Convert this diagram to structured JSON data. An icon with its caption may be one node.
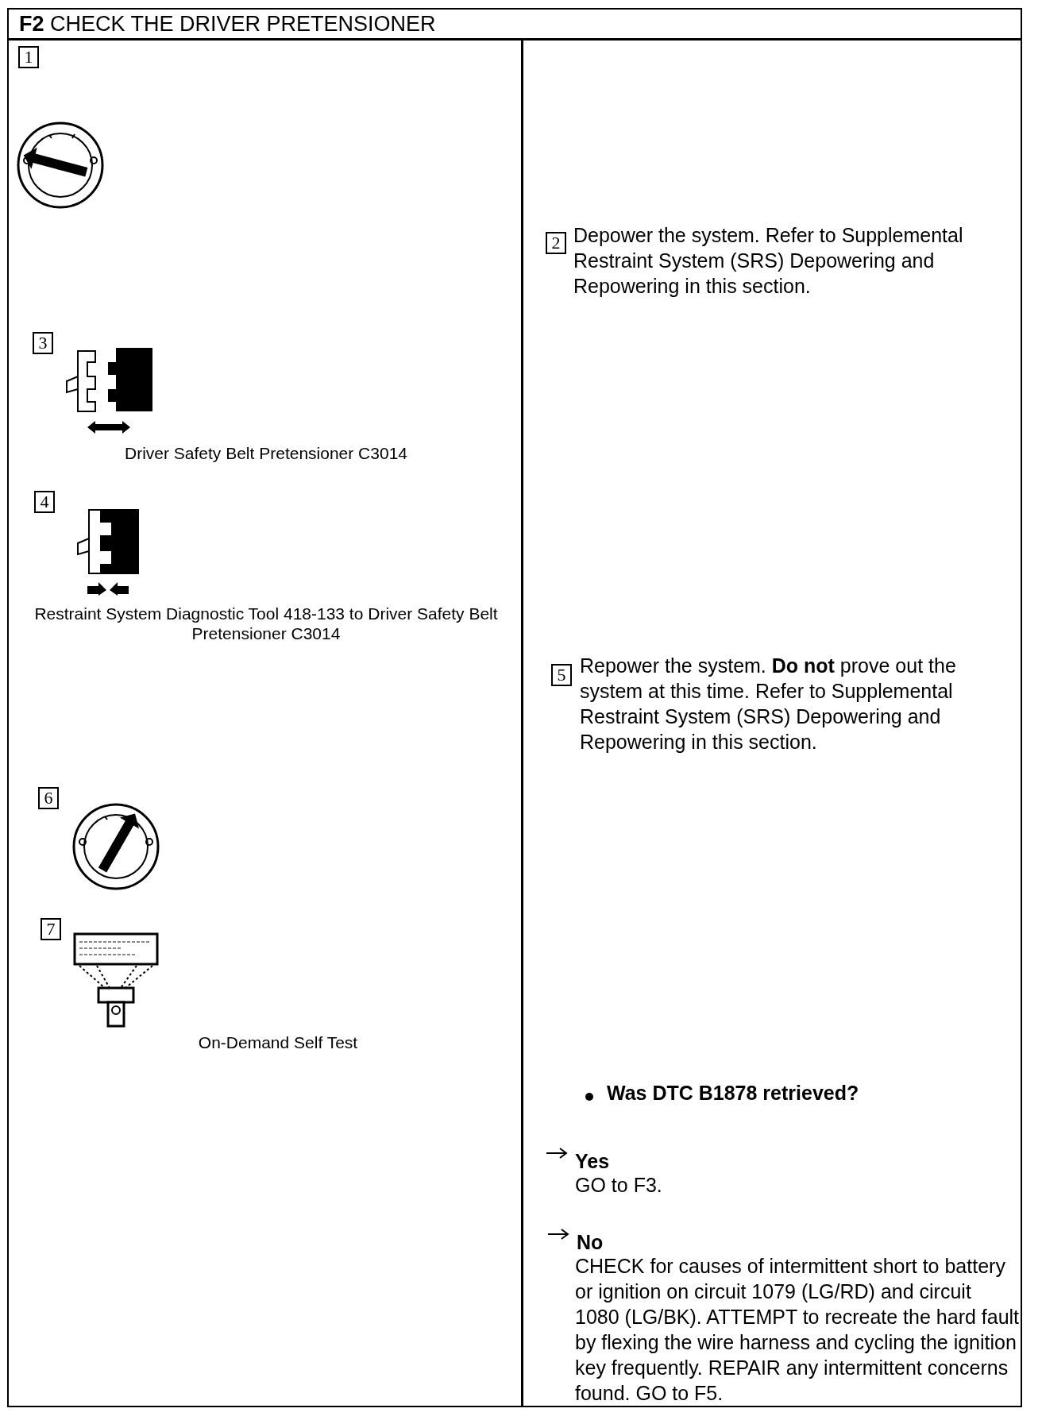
{
  "diagram": {
    "title": "**F2** CHECK THE DRIVER PRETENSIONER",
    "labels": [
      "1",
      "2",
      "Depower the system. Refer to Supplemental Restraint System (SRS) Depowering and Repowering in this section.",
      "3",
      "Driver Safety Belt Pretensioner C3014",
      "4",
      "Restraint System Diagnostic Tool 418-133 to Driver Safety Belt Pretensioner C3014",
      "5",
      "Repower the system. **Do not** prove out the system at this time. Refer to Supplemental Restraint System (SRS) Depowering and Repowering in this section.",
      "6",
      "7",
      "On-Demand Self Test",
      "Was DTC B1878 retrieved?",
      "Yes",
      "GO to F3.",
      "No",
      "CHECK for causes of intermittent short to battery or ignition on circuit 1079 (LG/RD) and circuit 1080 (LG/BK). ATTEMPT to recreate the hard fault by flexing the wire harness and cycling the ignition key frequently. REPAIR any intermittent concerns found. GO to F5."
    ]
  }
}
